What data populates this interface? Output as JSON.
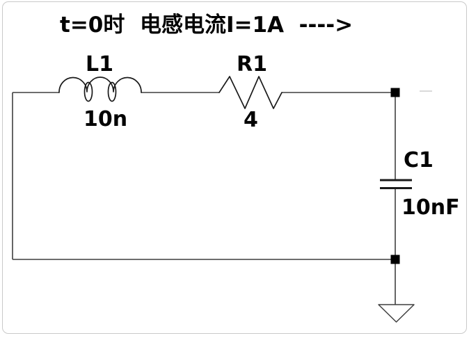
{
  "title": "t=0时  电感电流I=1A  ---->",
  "components": {
    "inductor": {
      "label": "L1",
      "value": "10n"
    },
    "resistor": {
      "label": "R1",
      "value": "4"
    },
    "capacitor": {
      "label": "C1",
      "value": "10nF"
    }
  },
  "icons": {
    "ground": "ground-icon",
    "junctions": "filled-square-junction"
  },
  "colors": {
    "background": "#ffffff",
    "border": "#c9c9c9",
    "wire": "#3f3f3f",
    "component": "#1a1a1a",
    "text": "#030303"
  }
}
